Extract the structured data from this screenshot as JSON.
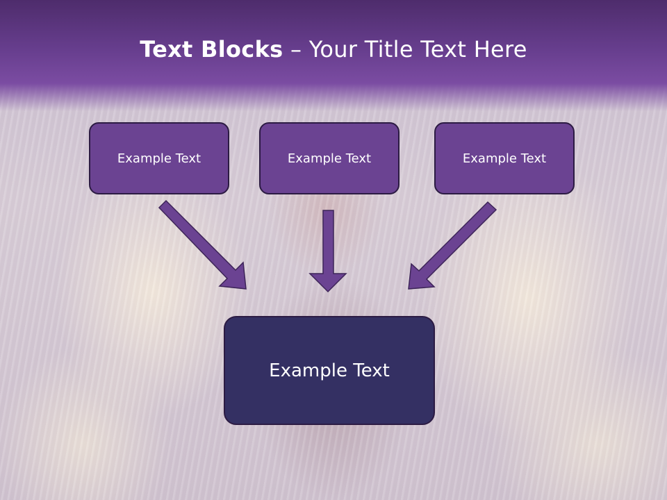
{
  "title": {
    "bold": "Text Blocks",
    "separator": " – ",
    "rest": "Your Title Text Here"
  },
  "blocks": {
    "top_left": "Example Text",
    "top_center": "Example Text",
    "top_right": "Example Text",
    "bottom": "Example Text"
  },
  "colors": {
    "header": "#673e8e",
    "box_fill": "#6b4392",
    "box_border": "#2c1b43",
    "bottom_box_fill": "#343063",
    "arrow": "#6b4392"
  },
  "icons": [
    "arrow-down-right-icon",
    "arrow-down-icon",
    "arrow-down-left-icon"
  ]
}
